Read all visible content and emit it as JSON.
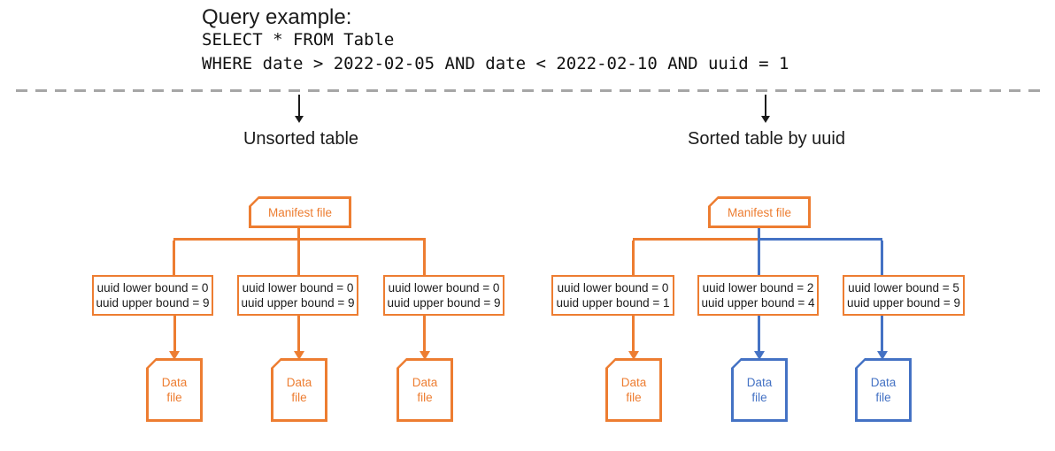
{
  "query": {
    "title": "Query example:",
    "sql_lines": [
      "SELECT * FROM Table",
      "WHERE date > 2022-02-05 AND date < 2022-02-10 AND uuid = 1"
    ]
  },
  "colors": {
    "orange": "#ED7D31",
    "blue": "#4472C4",
    "black": "#1a1a1a",
    "divider_gray": "#A6A6A6"
  },
  "trees": [
    {
      "title": "Unsorted table",
      "manifest_label": "Manifest file",
      "nodes": [
        {
          "lower": "uuid lower bound = 0",
          "upper": "uuid upper bound = 9",
          "connector_color": "orange",
          "file_label": "Data file",
          "file_color": "orange"
        },
        {
          "lower": "uuid lower bound = 0",
          "upper": "uuid upper bound = 9",
          "connector_color": "orange",
          "file_label": "Data file",
          "file_color": "orange"
        },
        {
          "lower": "uuid lower bound = 0",
          "upper": "uuid upper bound = 9",
          "connector_color": "orange",
          "file_label": "Data file",
          "file_color": "orange"
        }
      ]
    },
    {
      "title": "Sorted table by uuid",
      "manifest_label": "Manifest file",
      "nodes": [
        {
          "lower": "uuid lower bound = 0",
          "upper": "uuid upper bound = 1",
          "connector_color": "orange",
          "file_label": "Data file",
          "file_color": "orange"
        },
        {
          "lower": "uuid lower bound = 2",
          "upper": "uuid upper bound = 4",
          "connector_color": "blue",
          "file_label": "Data file",
          "file_color": "blue"
        },
        {
          "lower": "uuid lower bound = 5",
          "upper": "uuid upper bound = 9",
          "connector_color": "blue",
          "file_label": "Data file",
          "file_color": "blue"
        }
      ]
    }
  ]
}
